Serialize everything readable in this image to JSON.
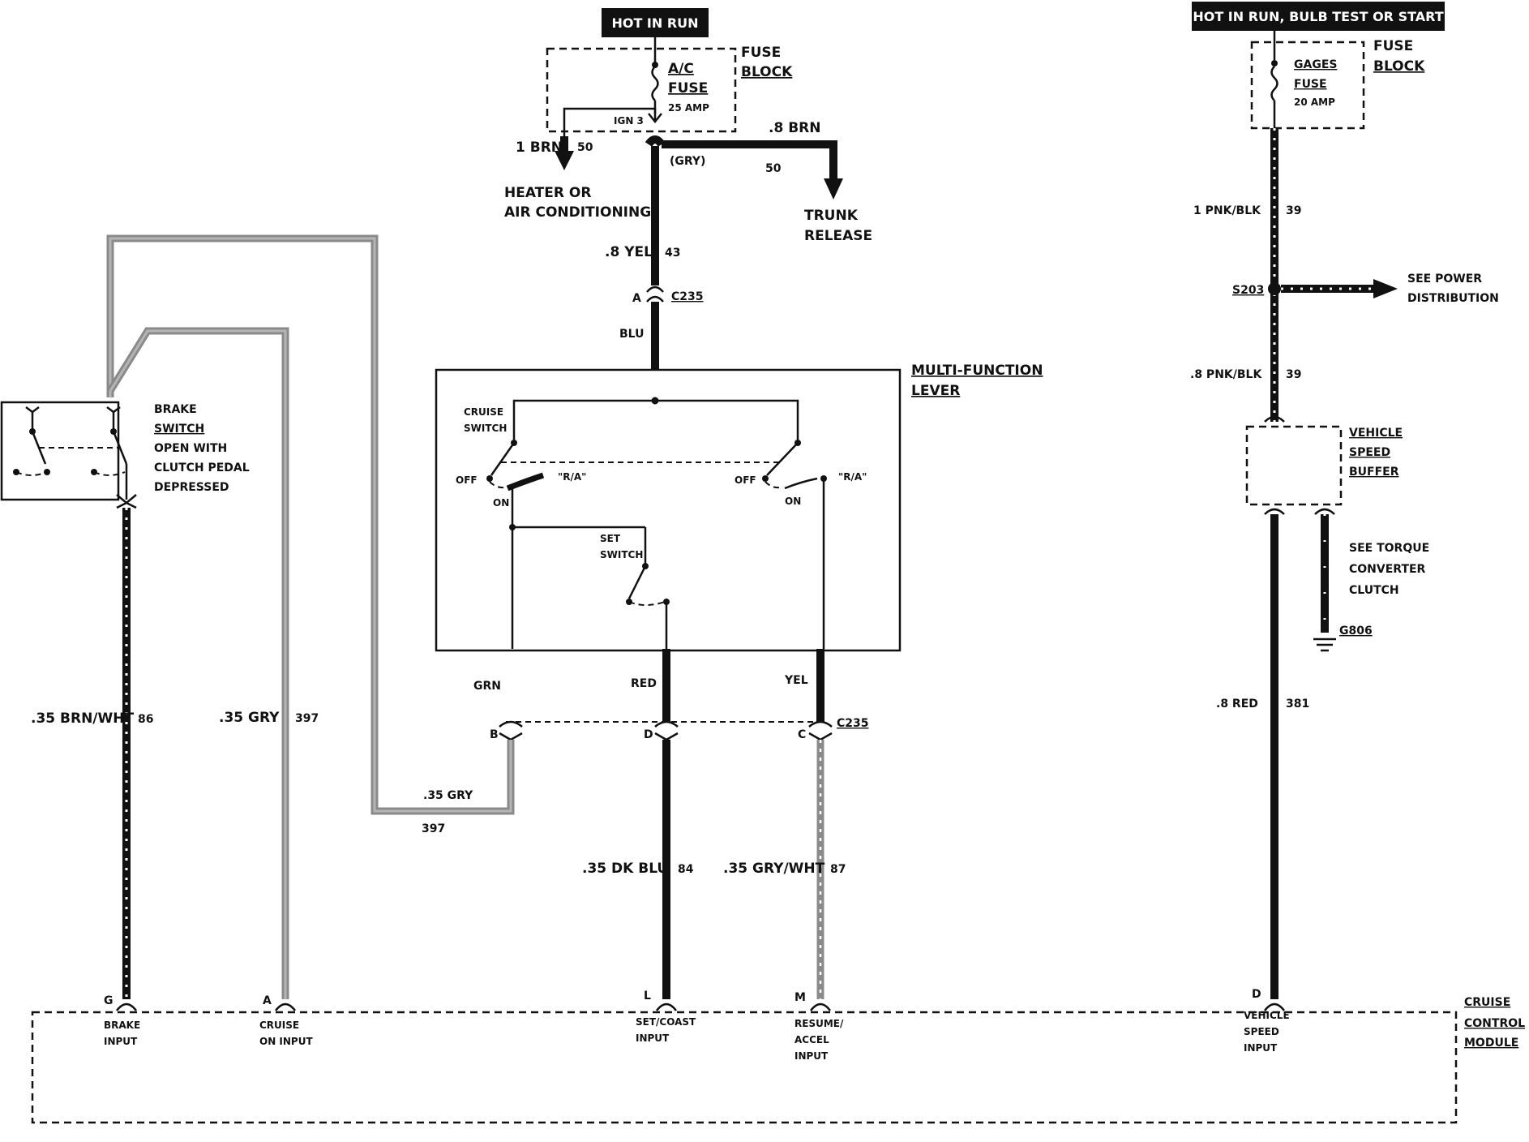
{
  "banners": {
    "hot_in_run": "HOT IN RUN",
    "hot_in_run_bulb_test_start": "HOT IN RUN, BULB TEST OR START"
  },
  "fuse_block_left": {
    "label_1": "FUSE",
    "label_2": "BLOCK",
    "fuse_name_1": "A/C",
    "fuse_name_2": "FUSE",
    "rating": "25 AMP",
    "ign": "IGN 3"
  },
  "fuse_block_right": {
    "label_1": "FUSE",
    "label_2": "BLOCK",
    "fuse_name_1": "GAGES",
    "fuse_name_2": "FUSE",
    "rating": "20 AMP"
  },
  "wires": {
    "heater_gauge": "1 BRN",
    "heater_circuit": "50",
    "heater_dest_1": "HEATER OR",
    "heater_dest_2": "AIR CONDITIONING",
    "trunk_gauge": ".8 BRN",
    "trunk_circuit": "50",
    "trunk_dest_1": "TRUNK",
    "trunk_dest_2": "RELEASE",
    "gry_tag": "(GRY)",
    "yel_gauge": ".8 YEL",
    "yel_circuit": "43",
    "blu": "BLU",
    "brn_wht_gauge": ".35 BRN/WHT",
    "brn_wht_circuit": "86",
    "gry_gauge": ".35 GRY",
    "gry_circuit": "397",
    "gry_loop_gauge": ".35 GRY",
    "gry_loop_circuit": "397",
    "grn": "GRN",
    "red": "RED",
    "yel": "YEL",
    "dk_blu_gauge": ".35 DK BLU",
    "dk_blu_circuit": "84",
    "gry_wht_gauge": ".35 GRY/WHT",
    "gry_wht_circuit": "87",
    "pnk_blk_1_gauge": "1 PNK/BLK",
    "pnk_blk_1_circuit": "39",
    "pnk_blk_2_gauge": ".8 PNK/BLK",
    "pnk_blk_2_circuit": "39",
    "red_gauge": ".8 RED",
    "red_circuit": "381"
  },
  "connectors": {
    "c235_top": "C235",
    "c235_top_pin": "A",
    "c235_bottom": "C235",
    "pin_b": "B",
    "pin_d": "D",
    "pin_c": "C",
    "s203": "S203",
    "g806": "G806"
  },
  "see_power": {
    "line_1": "SEE POWER",
    "line_2": "DISTRIBUTION"
  },
  "multi_function": {
    "label_1": "MULTI-FUNCTION",
    "label_2": "LEVER",
    "cruise_switch_1": "CRUISE",
    "cruise_switch_2": "SWITCH",
    "off_left": "OFF",
    "on_left": "ON",
    "ra_left": "\"R/A\"",
    "off_right": "OFF",
    "on_right": "ON",
    "ra_right": "\"R/A\"",
    "set_switch_1": "SET",
    "set_switch_2": "SWITCH"
  },
  "brake_switch": {
    "line_1": "BRAKE",
    "line_2": "SWITCH",
    "line_3": "OPEN WITH",
    "line_4": "CLUTCH PEDAL",
    "line_5": "DEPRESSED"
  },
  "vehicle_speed_buffer": {
    "line_1": "VEHICLE",
    "line_2": "SPEED",
    "line_3": "BUFFER"
  },
  "torque_converter": {
    "line_1": "SEE TORQUE",
    "line_2": "CONVERTER",
    "line_3": "CLUTCH"
  },
  "module": {
    "label_1": "CRUISE",
    "label_2": "CONTROL",
    "label_3": "MODULE",
    "pins": [
      {
        "pin": "G",
        "line_1": "BRAKE",
        "line_2": "INPUT",
        "line_3": ""
      },
      {
        "pin": "A",
        "line_1": "CRUISE",
        "line_2": "ON INPUT",
        "line_3": ""
      },
      {
        "pin": "L",
        "line_1": "SET/COAST",
        "line_2": "INPUT",
        "line_3": ""
      },
      {
        "pin": "M",
        "line_1": "RESUME/",
        "line_2": "ACCEL",
        "line_3": "INPUT"
      },
      {
        "pin": "D",
        "line_1": "VEHICLE",
        "line_2": "SPEED",
        "line_3": "INPUT"
      }
    ]
  }
}
